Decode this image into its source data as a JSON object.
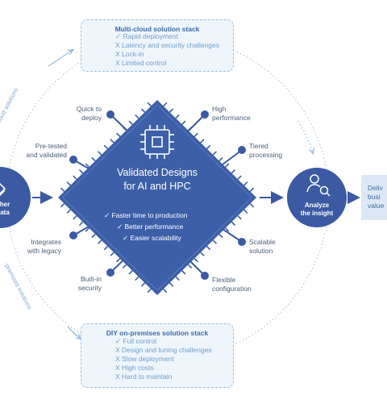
{
  "multicloud": {
    "title": "Multi-cloud solution stack",
    "items": [
      "✓ Rapid deployment",
      "X Latency and security challenges",
      "X Lock-in",
      "X Limited control"
    ]
  },
  "onprem": {
    "title": "DIY on-premises solution stack",
    "items": [
      "✓ Full control",
      "X Design and tuning challenges",
      "X Slow deployment",
      "X High costs",
      "X Hard to maintain"
    ]
  },
  "center": {
    "title_line1": "Validated Designs",
    "title_line2": "for AI and HPC",
    "benefits": [
      "✓ Faster time to production",
      "✓ Better performance",
      "✓ Easier scalability"
    ]
  },
  "features": {
    "quick": [
      "Quick to",
      "deploy"
    ],
    "pretested": [
      "Pre-tested",
      "and validated"
    ],
    "integrates": [
      "Integrates",
      "with legacy"
    ],
    "builtin": [
      "Built-in",
      "security"
    ],
    "highperf": [
      "High",
      "performance"
    ],
    "tiered": [
      "Tiered",
      "processing"
    ],
    "scalable": [
      "Scalable",
      "solution"
    ],
    "flexible": [
      "Flexible",
      "configuration"
    ]
  },
  "gather": {
    "line1": "her",
    "line2": "ata"
  },
  "analyze": {
    "line1": "Analyze",
    "line2": "the insight"
  },
  "deliver": {
    "line1": "Deliv",
    "line2": "busi",
    "line3": "value"
  },
  "curves": {
    "cloud": "-cloud solutions",
    "prem": "-premises solutions"
  },
  "colors": {
    "diamond": "#3d5fa8",
    "node": "#3b5aa3",
    "accent": "#6c9fcf"
  },
  "icons": [
    "cloud-icon",
    "server-rack-icon",
    "chip-icon",
    "recycle-icon",
    "person-search-icon"
  ]
}
